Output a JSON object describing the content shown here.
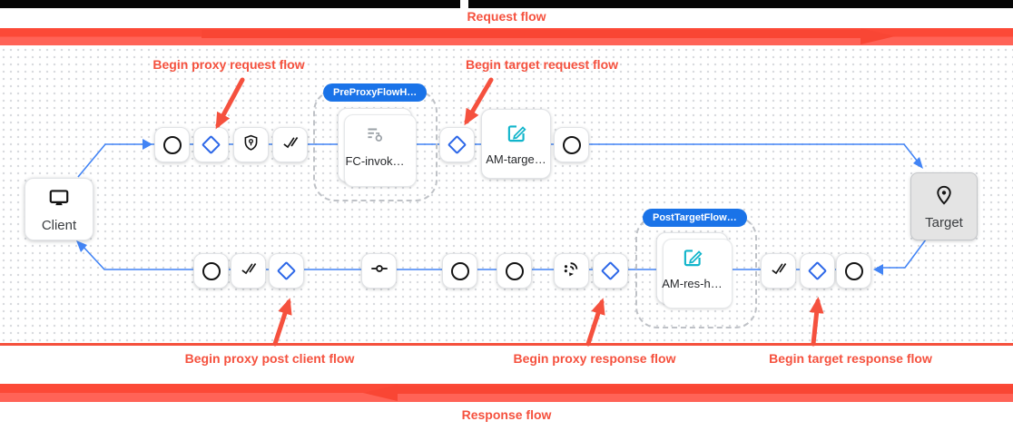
{
  "header": {
    "request_flow_label": "Request flow"
  },
  "footer": {
    "response_flow_label": "Response flow"
  },
  "callouts": {
    "proxy_request": "Begin proxy request flow",
    "target_request": "Begin target request flow",
    "proxy_post_client": "Begin proxy post client flow",
    "proxy_response": "Begin proxy response flow",
    "target_response": "Begin target response flow"
  },
  "diagram": {
    "client": {
      "label": "Client"
    },
    "target": {
      "label": "Target"
    },
    "pre_proxy_group": {
      "badge": "PreProxyFlowH…",
      "policy": "FC-invok…"
    },
    "target_request_policy": "AM-targe…",
    "post_target_group": {
      "badge": "PostTargetFlow…",
      "policy": "AM-res-h…"
    },
    "top_row_step_icons": [
      "circle",
      "diamond",
      "shield",
      "double-check",
      "diamond",
      "circle"
    ],
    "bottom_row_step_icons": [
      "circle",
      "double-check",
      "diamond",
      "route",
      "circle",
      "circle",
      "signal",
      "diamond",
      "double-check",
      "diamond",
      "circle"
    ]
  },
  "colors": {
    "annotation_red": "#f5513e",
    "bar_red": "#fc4937",
    "badge_blue": "#1a73e8",
    "wire_blue": "#4284f5",
    "policy_teal": "#12b5cb"
  }
}
